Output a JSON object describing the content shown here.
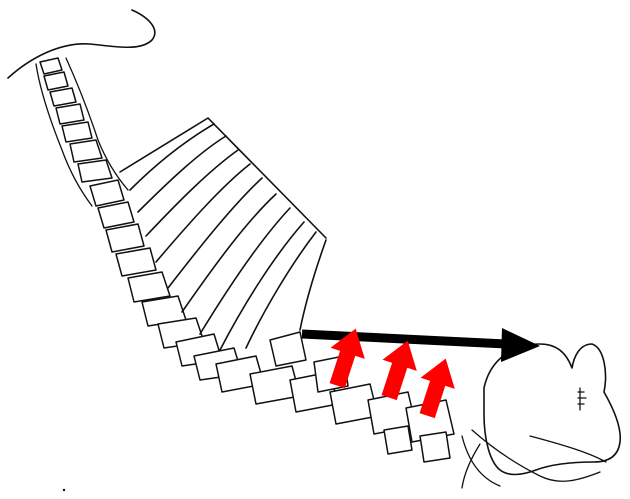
{
  "figure": {
    "subject": "spine-skeleton-line-drawing",
    "colors": {
      "background": "#ffffff",
      "line": "#111111",
      "horizontal_arrow": "#000000",
      "upward_arrows": "#ff0000"
    },
    "arrows": {
      "horizontal_count": 1,
      "upward_count": 3
    }
  }
}
